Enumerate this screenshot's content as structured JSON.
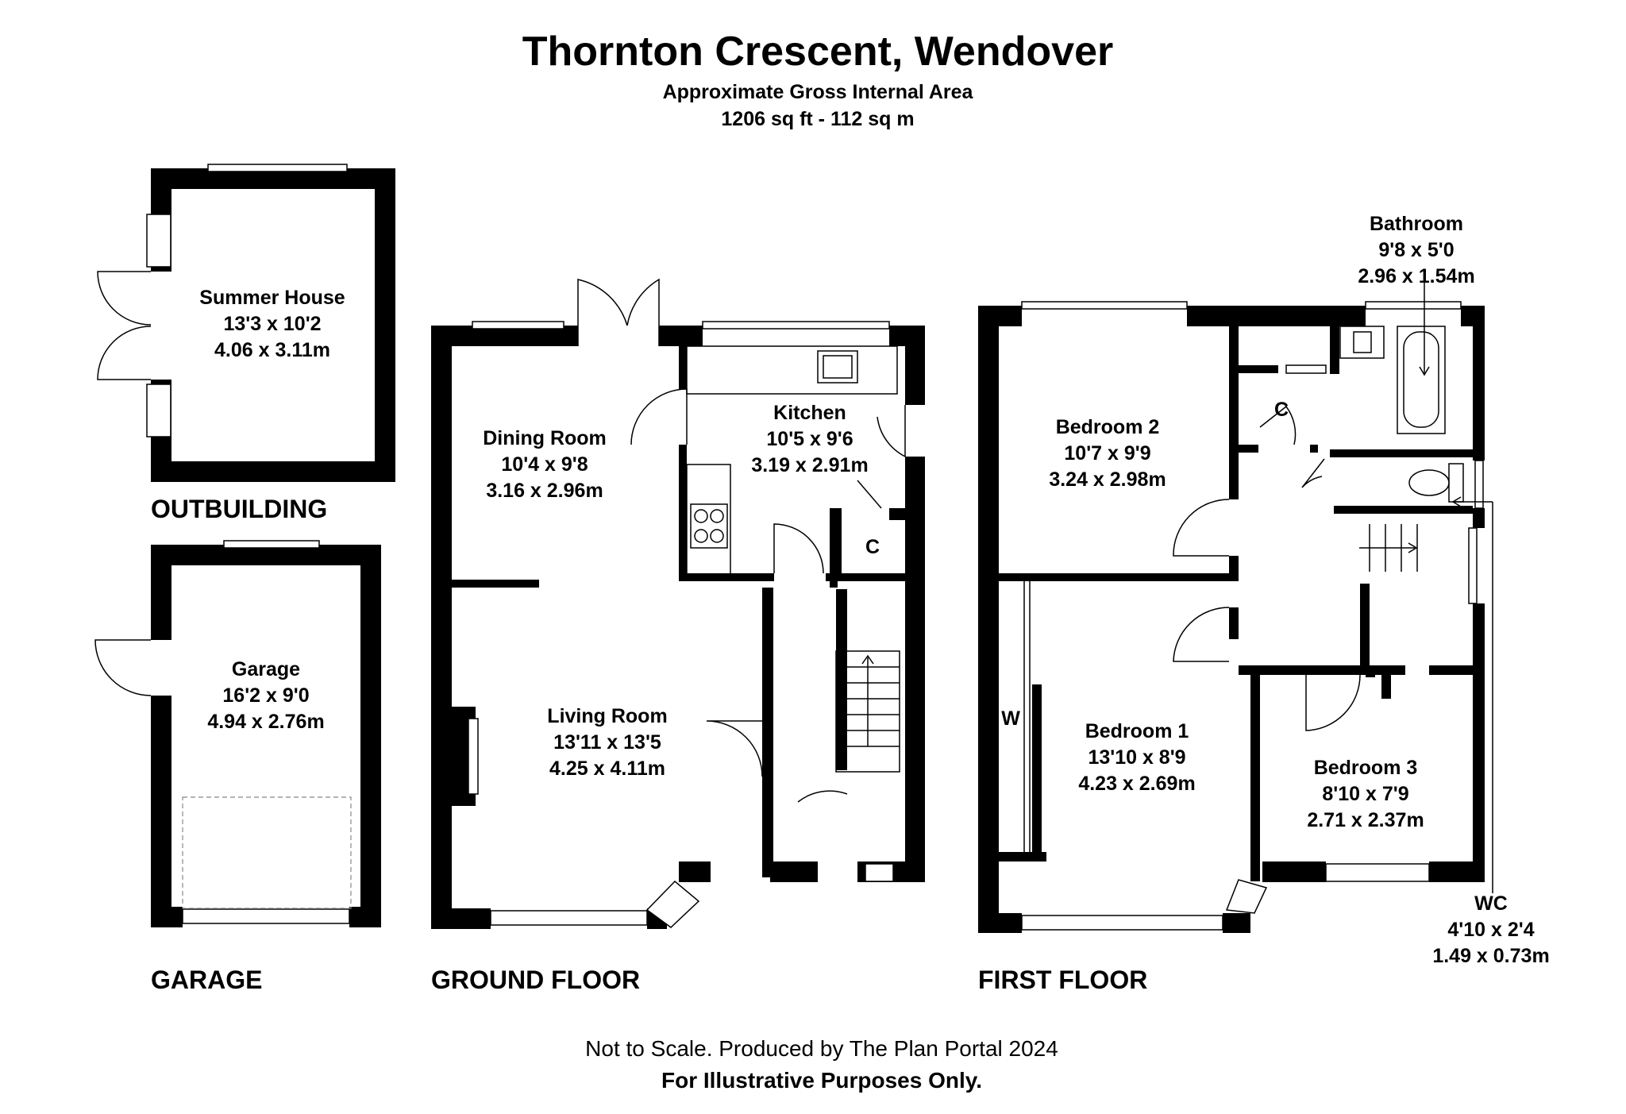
{
  "header": {
    "title": "Thornton Crescent, Wendover",
    "subtitle": "Approximate Gross Internal Area",
    "area": "1206 sq ft - 112 sq m"
  },
  "sections": {
    "outbuilding": "OUTBUILDING",
    "garage": "GARAGE",
    "ground_floor": "GROUND FLOOR",
    "first_floor": "FIRST FLOOR"
  },
  "rooms": {
    "summer_house": {
      "name": "Summer House",
      "imperial": "13'3 x 10'2",
      "metric": "4.06 x 3.11m"
    },
    "garage": {
      "name": "Garage",
      "imperial": "16'2 x 9'0",
      "metric": "4.94 x 2.76m"
    },
    "dining_room": {
      "name": "Dining Room",
      "imperial": "10'4 x 9'8",
      "metric": "3.16 x 2.96m"
    },
    "kitchen": {
      "name": "Kitchen",
      "imperial": "10'5 x 9'6",
      "metric": "3.19 x 2.91m"
    },
    "living_room": {
      "name": "Living Room",
      "imperial": "13'11 x 13'5",
      "metric": "4.25 x 4.11m"
    },
    "bedroom_2": {
      "name": "Bedroom 2",
      "imperial": "10'7 x 9'9",
      "metric": "3.24 x 2.98m"
    },
    "bathroom": {
      "name": "Bathroom",
      "imperial": "9'8 x 5'0",
      "metric": "2.96 x 1.54m"
    },
    "bedroom_1": {
      "name": "Bedroom 1",
      "imperial": "13'10 x 8'9",
      "metric": "4.23 x 2.69m"
    },
    "bedroom_3": {
      "name": "Bedroom 3",
      "imperial": "8'10 x 7'9",
      "metric": "2.71 x 2.37m"
    },
    "wc": {
      "name": "WC",
      "imperial": "4'10 x 2'4",
      "metric": "1.49 x 0.73m"
    }
  },
  "labels": {
    "cupboard": "C",
    "wardrobe": "W"
  },
  "footer": {
    "line1": "Not to Scale. Produced by The Plan Portal 2024",
    "line2": "For Illustrative Purposes Only."
  },
  "colors": {
    "wall": "#000000",
    "background": "#ffffff"
  }
}
